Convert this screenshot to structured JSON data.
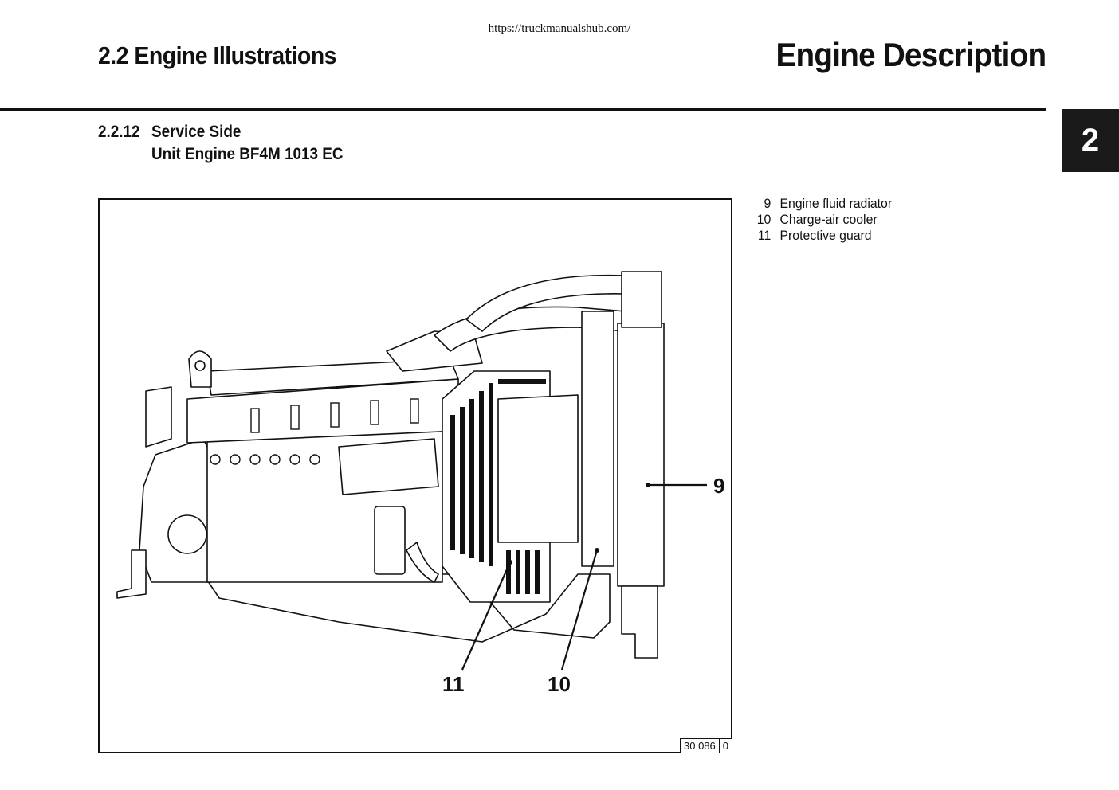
{
  "header": {
    "url": "https://truckmanualshub.com/",
    "section_title": "2.2 Engine Illustrations",
    "chapter_title": "Engine Description",
    "chapter_tab": "2"
  },
  "subsection": {
    "number": "2.2.12",
    "title_line1": "Service Side",
    "title_line2": "Unit Engine BF4M 1013 EC"
  },
  "figure": {
    "callouts": [
      "9",
      "10",
      "11"
    ],
    "ref_code": "30 086",
    "ref_suffix": "0"
  },
  "legend": [
    {
      "num": "9",
      "text": "Engine fluid radiator"
    },
    {
      "num": "10",
      "text": "Charge-air cooler"
    },
    {
      "num": "11",
      "text": "Protective guard"
    }
  ]
}
